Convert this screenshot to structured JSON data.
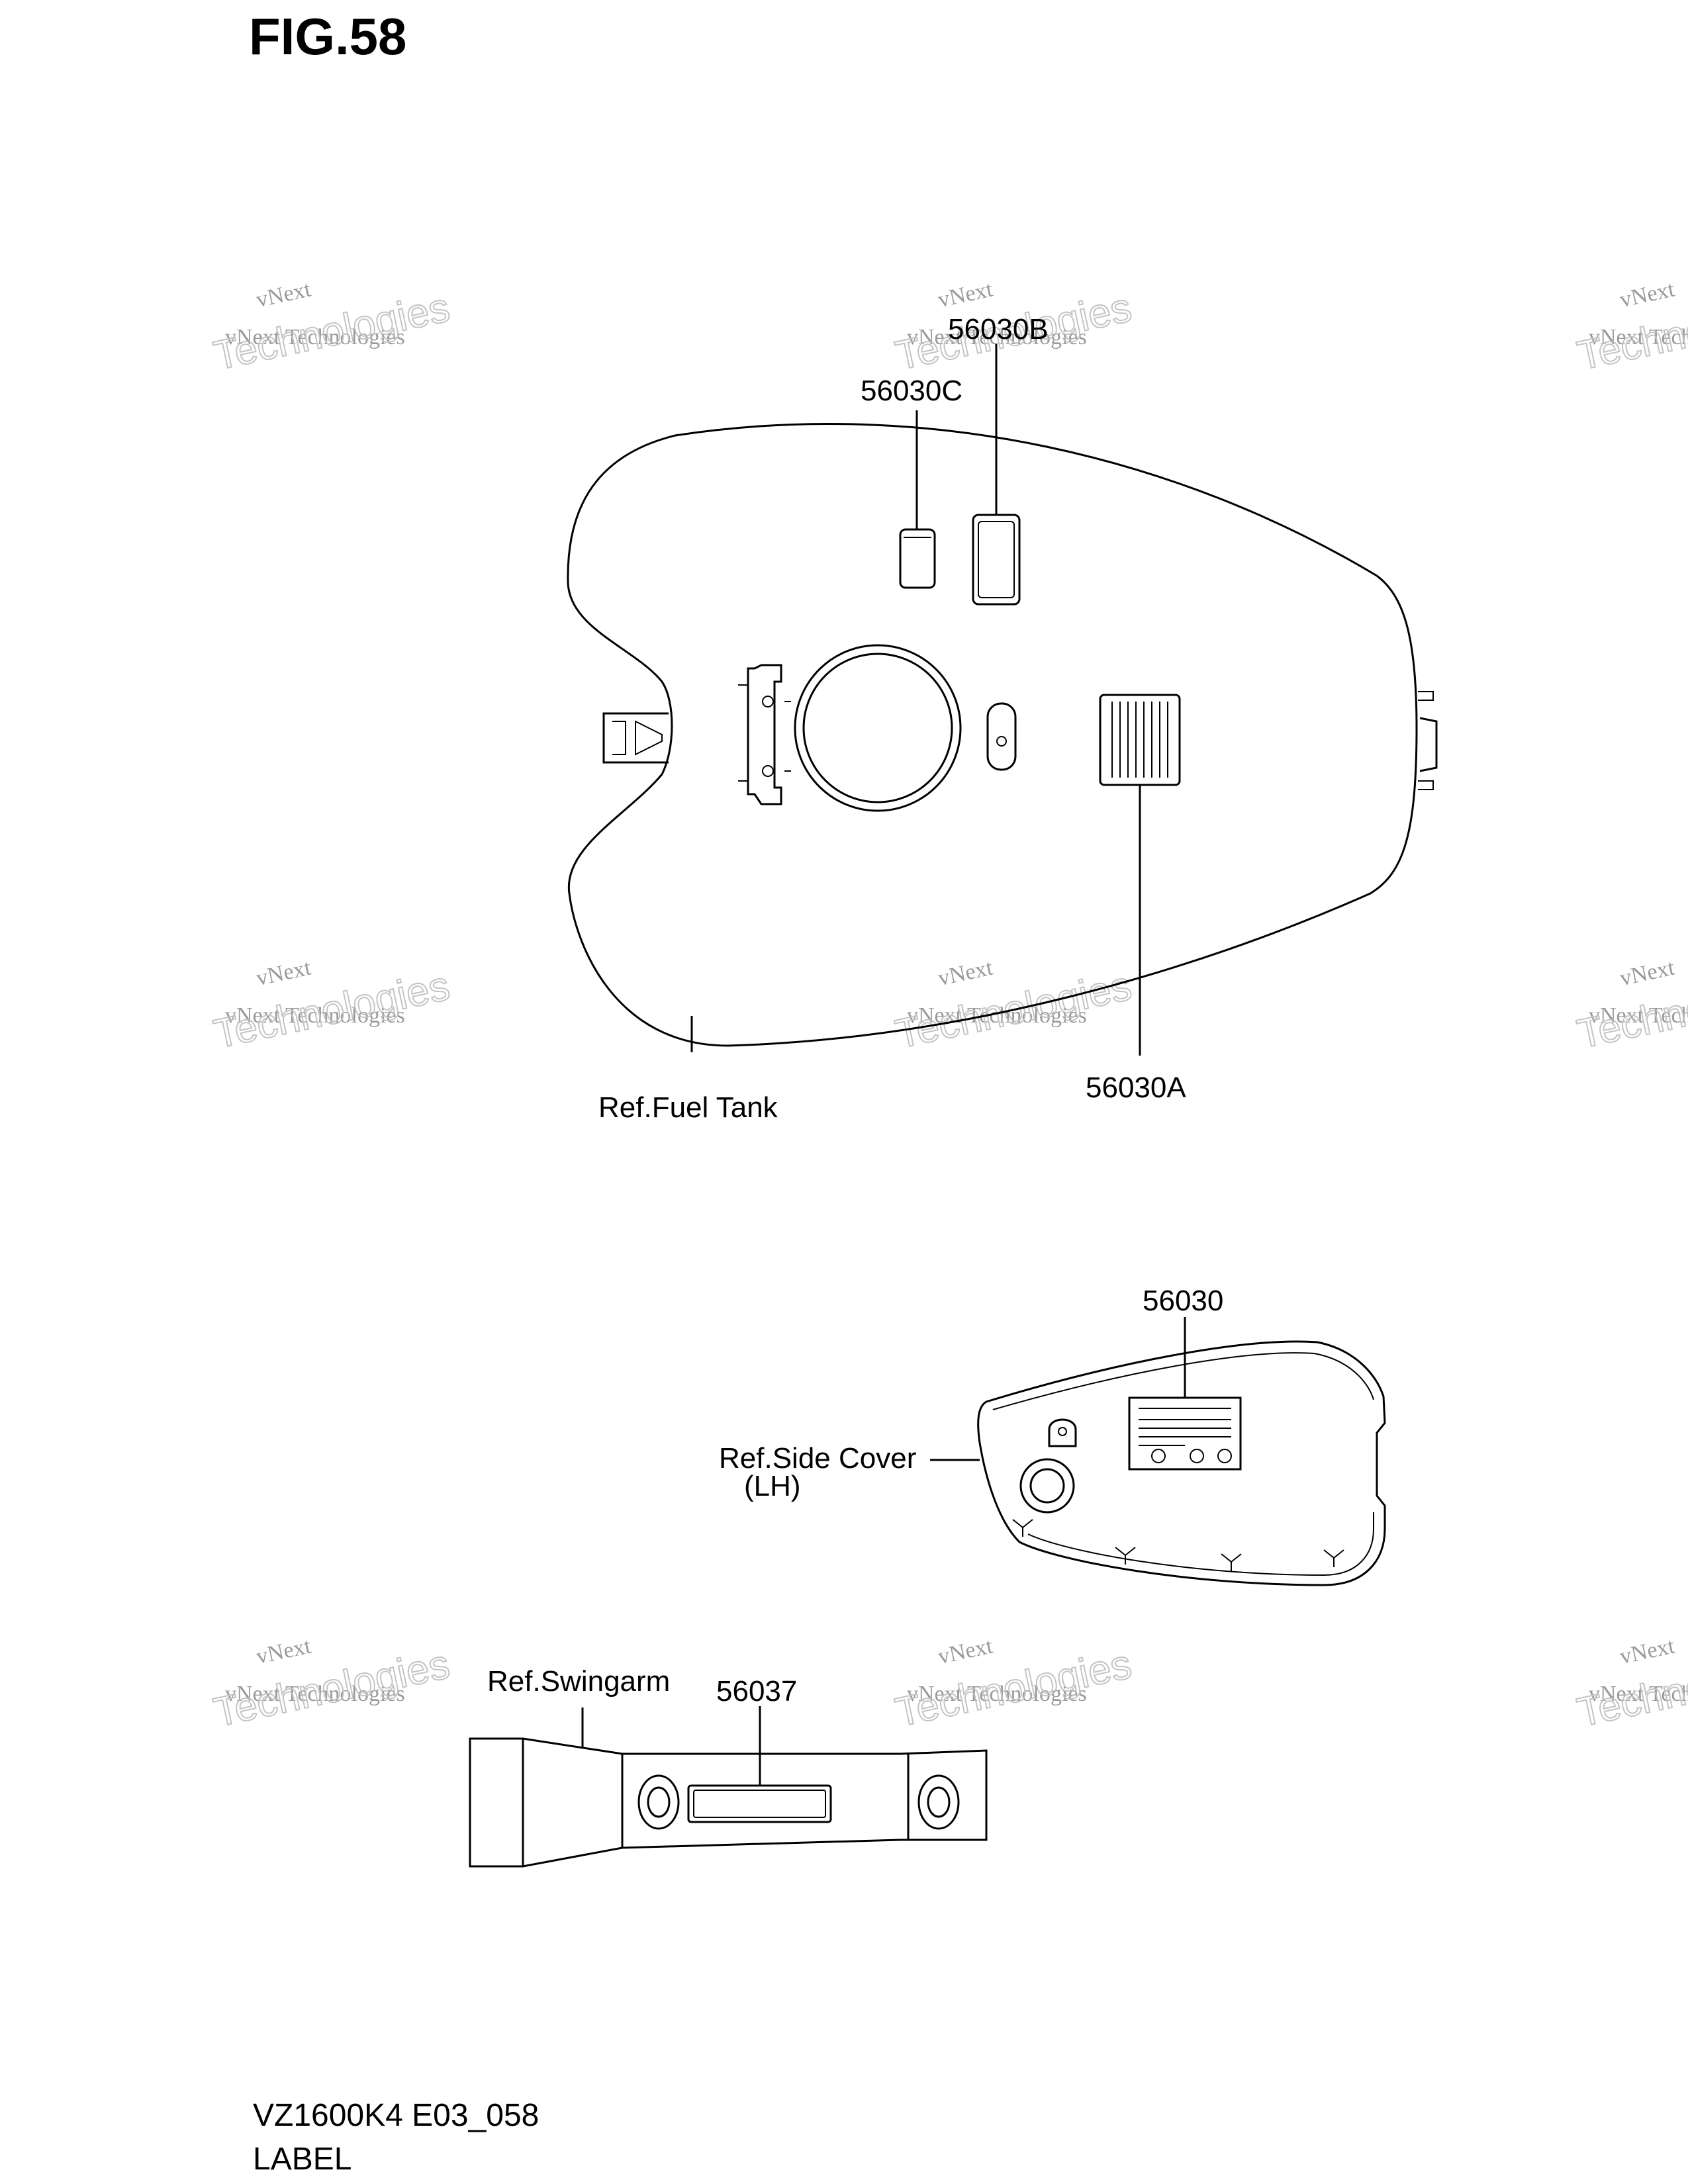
{
  "figure": {
    "title": "FIG.58",
    "footer_model": "VZ1600K4 E03_058",
    "footer_name": "LABEL"
  },
  "callouts": {
    "c56030C": "56030C",
    "c56030B": "56030B",
    "c56030A": "56030A",
    "fuel_tank_ref": "Ref.Fuel Tank",
    "c56030": "56030",
    "side_cover_ref": "Ref.Side Cover",
    "side_cover_lh": "(LH)",
    "swingarm_ref": "Ref.Swingarm",
    "c56037": "56037"
  },
  "watermark": {
    "line1": "vNext",
    "line2": "vNext Technologies",
    "line3": "Technologies"
  }
}
